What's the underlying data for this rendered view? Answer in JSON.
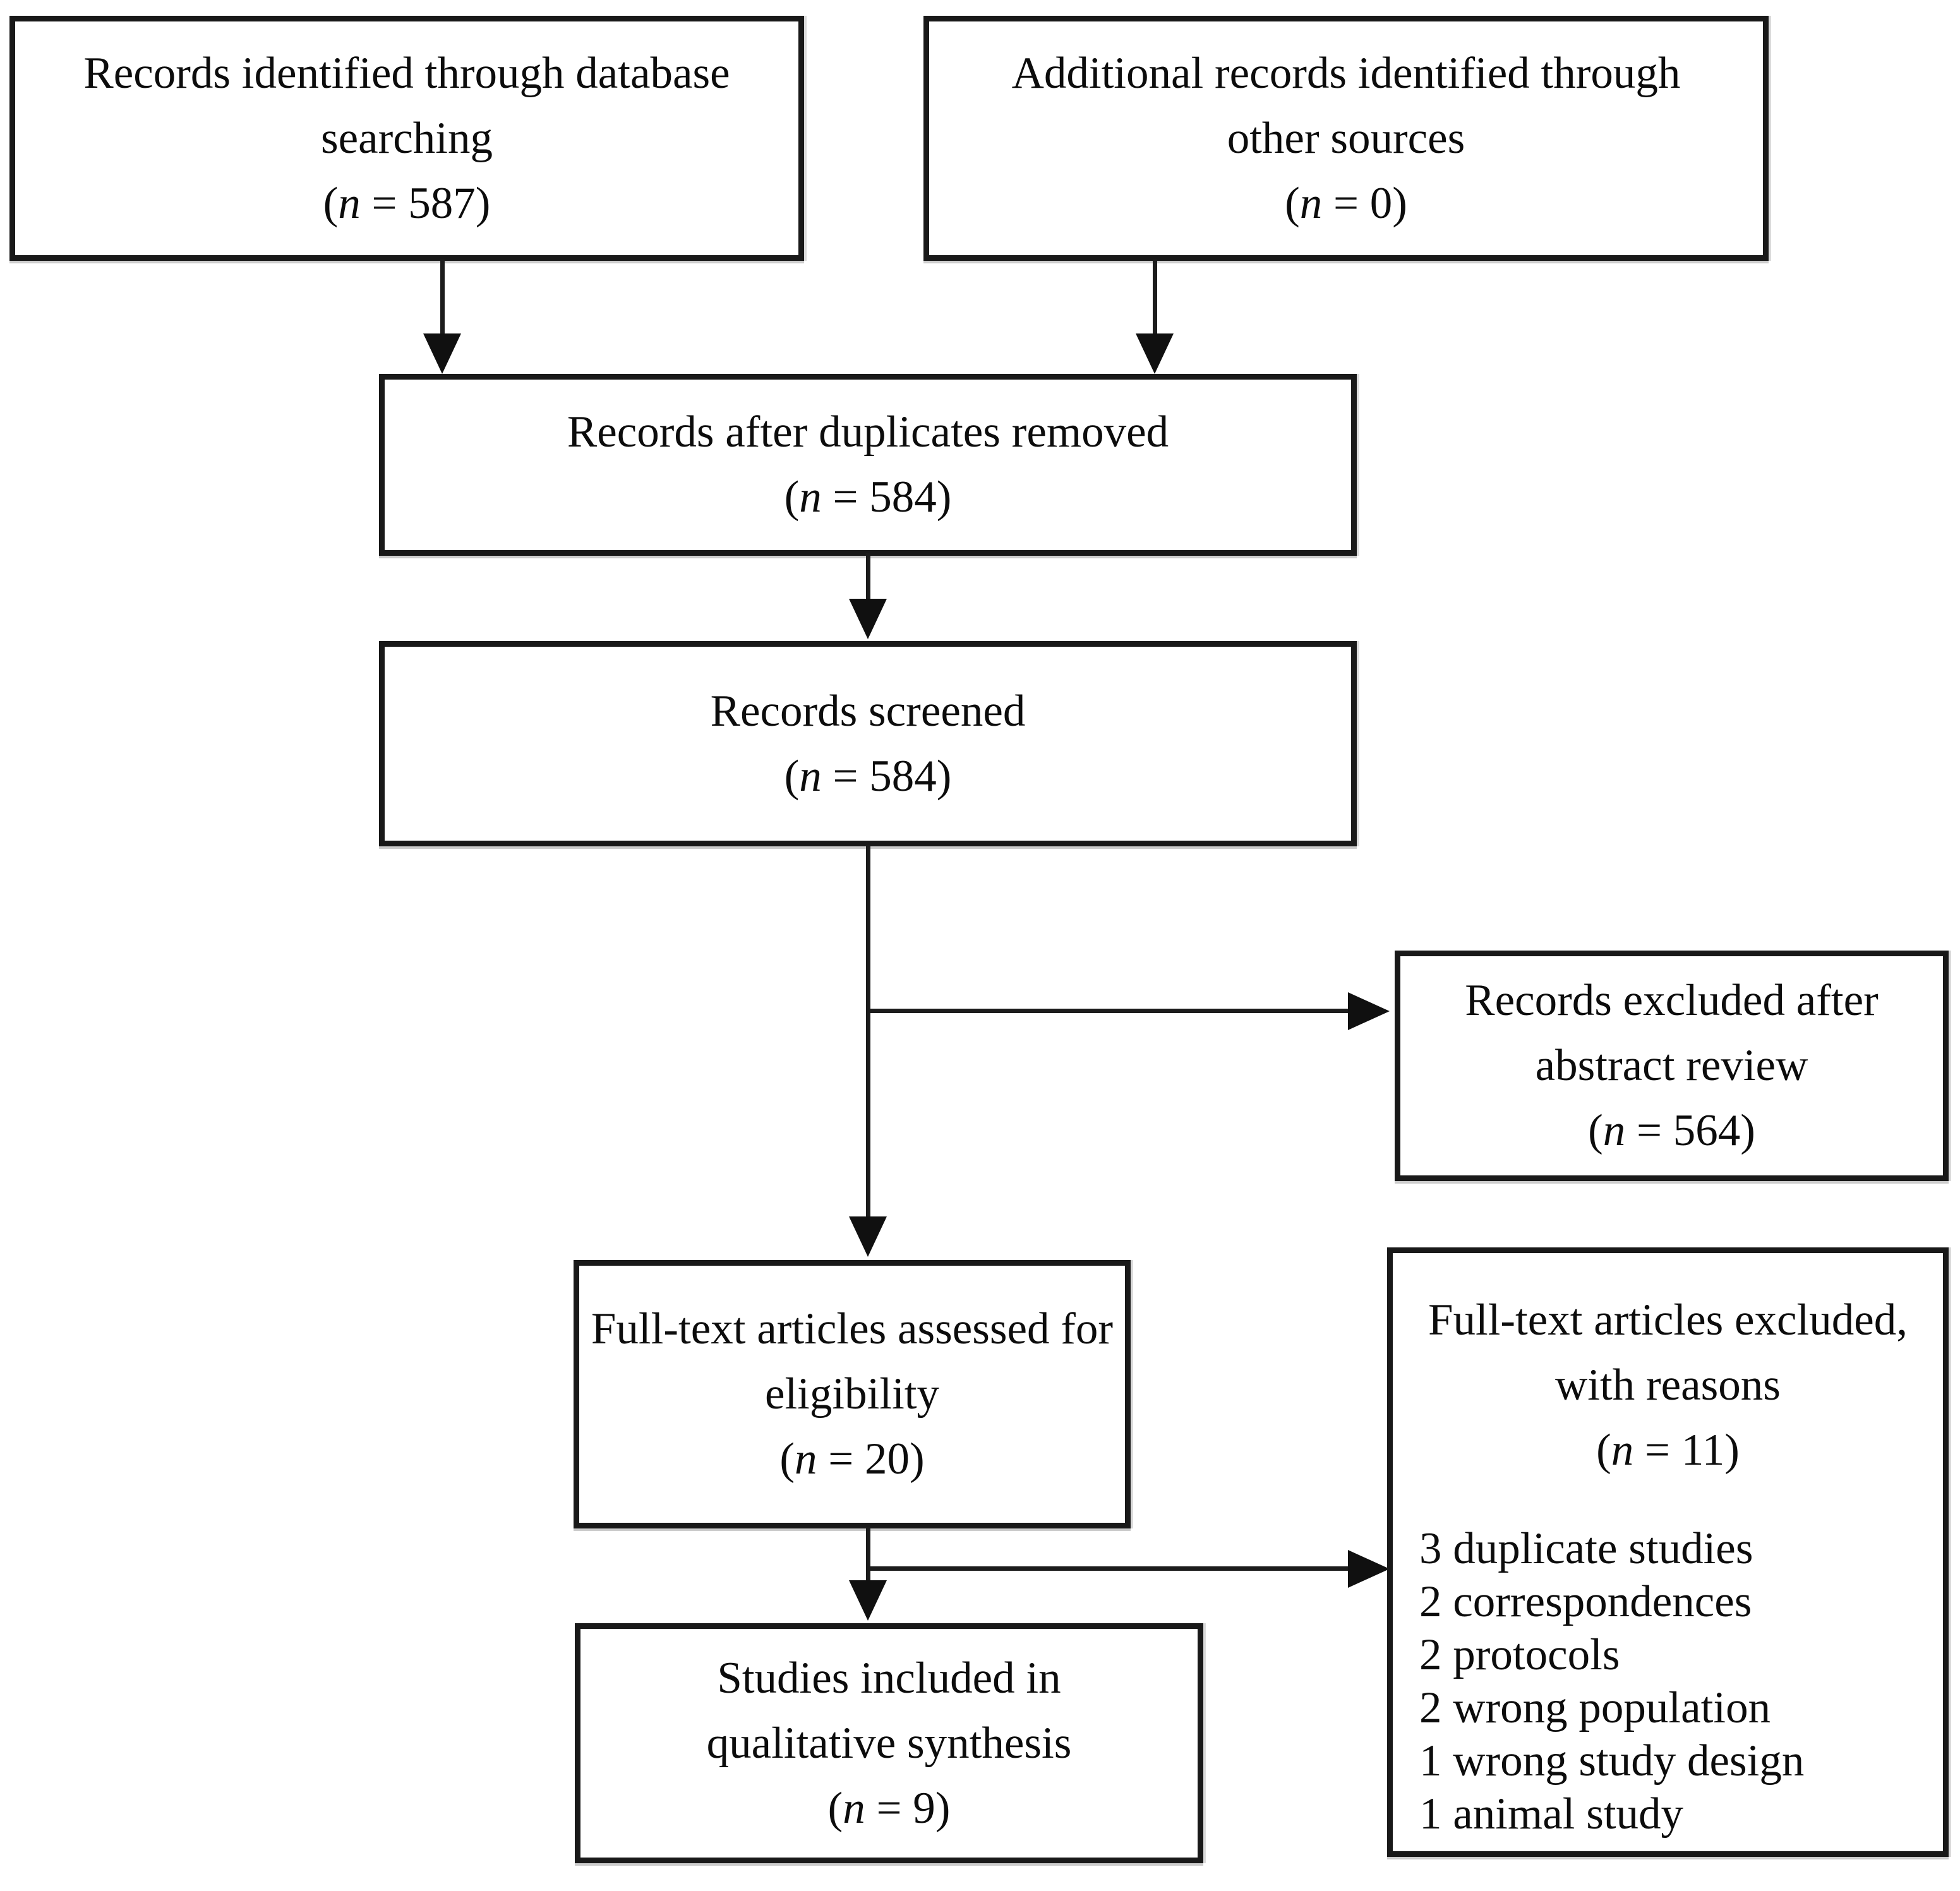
{
  "boxes": {
    "identification_database": {
      "lines": [
        "Records identified through database",
        "searching"
      ],
      "count": {
        "prefix": "(",
        "variable": "n",
        "suffix": " = 587)"
      }
    },
    "identification_other": {
      "lines": [
        "Additional records identified through",
        "other sources"
      ],
      "count": {
        "prefix": "(",
        "variable": "n",
        "suffix": " = 0)"
      }
    },
    "duplicates_removed": {
      "lines": [
        "Records after duplicates removed"
      ],
      "count": {
        "prefix": "(",
        "variable": "n",
        "suffix": " = 584)"
      }
    },
    "records_screened": {
      "lines": [
        "Records screened"
      ],
      "count": {
        "prefix": "(",
        "variable": "n",
        "suffix": " = 584)"
      }
    },
    "excluded_abstract": {
      "lines": [
        "Records excluded after",
        "abstract review"
      ],
      "count": {
        "prefix": "(",
        "variable": "n",
        "suffix": " = 564)"
      }
    },
    "fulltext_assessed": {
      "lines": [
        "Full-text articles assessed for",
        "eligibility"
      ],
      "count": {
        "prefix": "(",
        "variable": "n",
        "suffix": " = 20)"
      }
    },
    "fulltext_excluded": {
      "lines": [
        "Full-text articles excluded,",
        "with reasons"
      ],
      "count": {
        "prefix": "(",
        "variable": "n",
        "suffix": " = 11)"
      },
      "reasons": [
        "3 duplicate studies",
        "2 correspondences",
        "2 protocols",
        "2 wrong population",
        "1 wrong study design",
        "1 animal study"
      ]
    },
    "included_qualitative": {
      "lines": [
        "Studies included in",
        "qualitative synthesis"
      ],
      "count": {
        "prefix": "(",
        "variable": "n",
        "suffix": " = 9)"
      }
    }
  },
  "colors": {
    "background": "#ffffff",
    "border": "#191919",
    "text": "#0c0c0c",
    "line": "#1c1c1c"
  }
}
